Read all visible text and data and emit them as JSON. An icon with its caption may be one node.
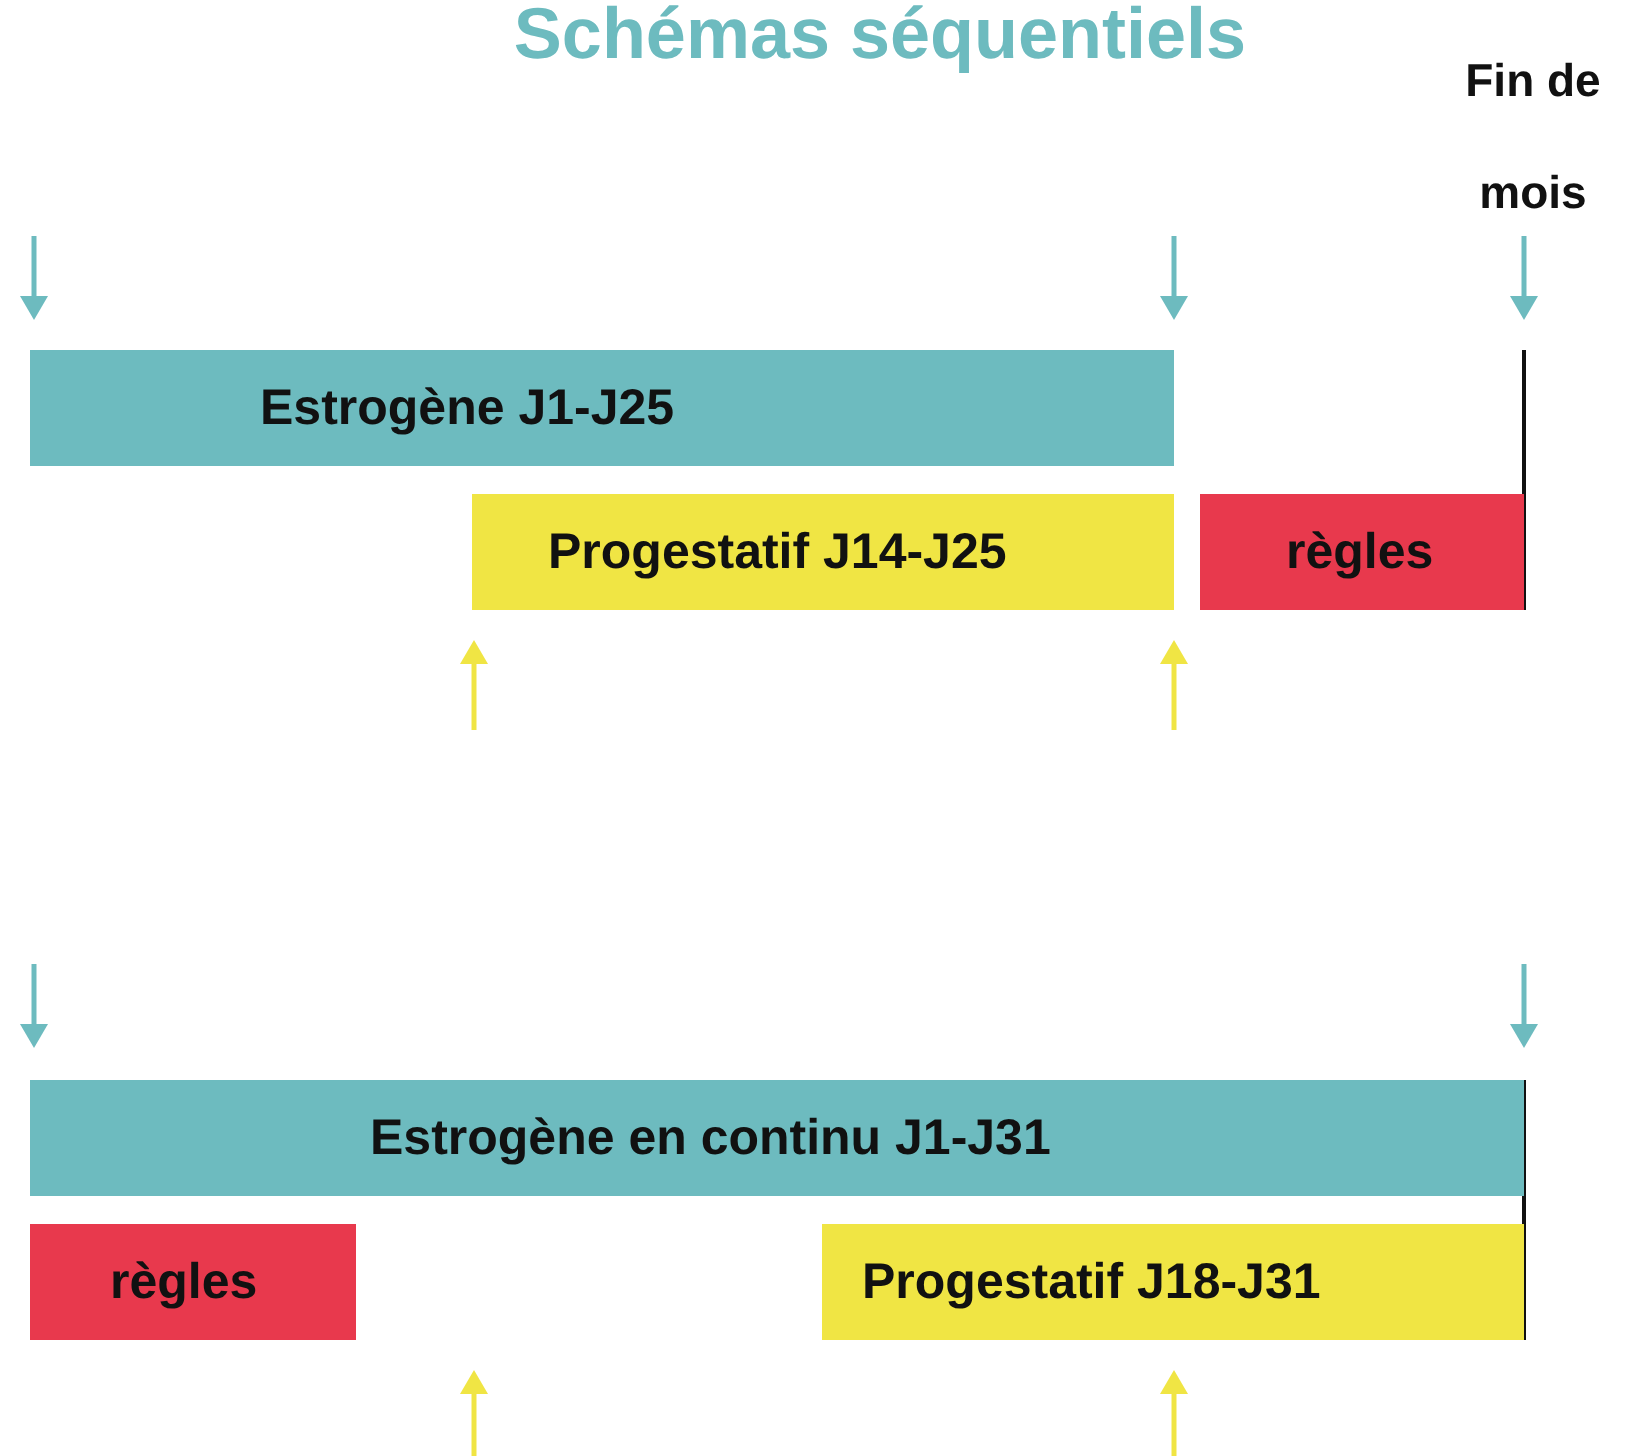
{
  "diagram": {
    "title": "Schémas séquentiels",
    "nodes": [
      {
        "text": [
          "Estrogène J1-J25"
        ]
      },
      {
        "text": [
          "Progestatif J14-J25"
        ]
      },
      {
        "text": [
          "règles"
        ]
      },
      {
        "text": [
          "Estrogène en continu J1-J31"
        ]
      },
      {
        "text": [
          "règles"
        ]
      },
      {
        "text": [
          "Progestatif J18-J31"
        ]
      }
    ],
    "labels": [
      "Fin de mois"
    ]
  }
}
